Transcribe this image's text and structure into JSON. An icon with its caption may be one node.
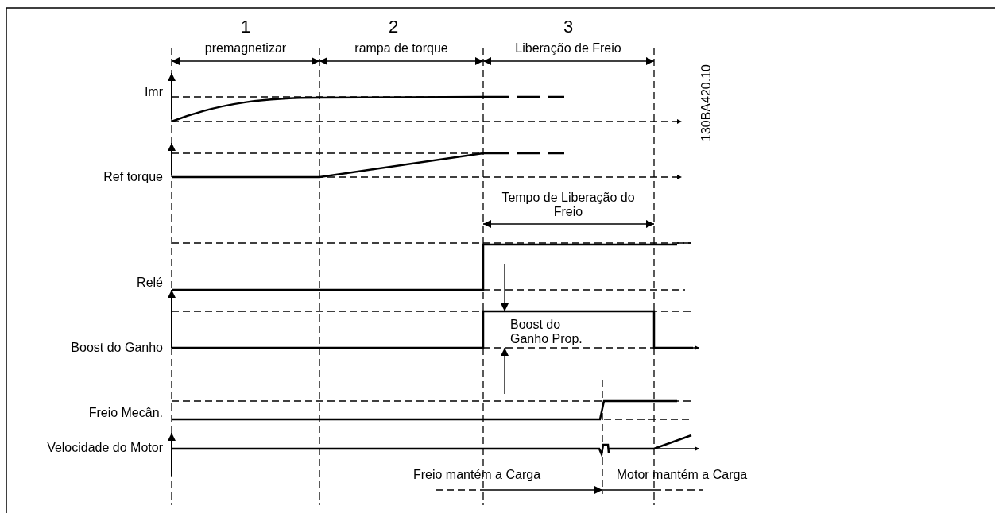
{
  "diagram": {
    "labels": [
      "1",
      "2",
      "3",
      "premagnetizar",
      "rampa de torque",
      "Liberação de Freio",
      "130BA420.10",
      "Imr",
      "Ref torque",
      "Tempo de Liberação do Freio",
      "Relé",
      "Boost do Ganho Prop.",
      "Boost do Ganho",
      "Freio Mecân.",
      "Velocidade do Motor",
      "Freio mantém a Carga",
      "Motor mantém a Carga"
    ]
  }
}
